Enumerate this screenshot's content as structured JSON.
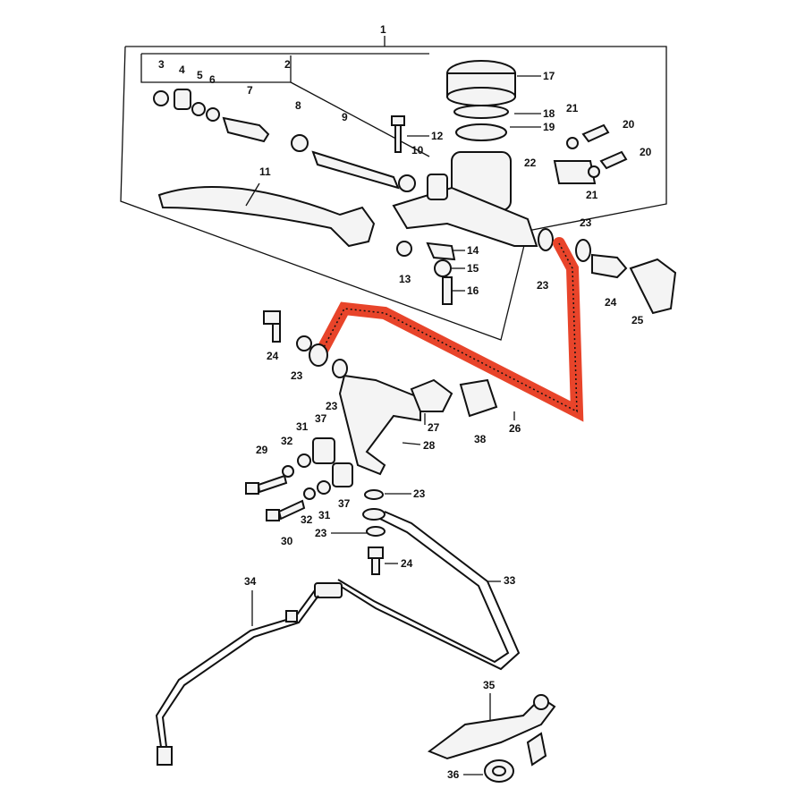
{
  "colors": {
    "highlight": "#e8442a",
    "ink": "#111111"
  },
  "callouts": {
    "c1": "1",
    "c2": "2",
    "c3": "3",
    "c4": "4",
    "c5": "5",
    "c6": "6",
    "c7": "7",
    "c8": "8",
    "c9": "9",
    "c10": "10",
    "c11": "11",
    "c12": "12",
    "c13": "13",
    "c14": "14",
    "c15": "15",
    "c16": "16",
    "c17": "17",
    "c18": "18",
    "c19": "19",
    "c20a": "20",
    "c20b": "20",
    "c21a": "21",
    "c21b": "21",
    "c22": "22",
    "c23a": "23",
    "c23b": "23",
    "c23c": "23",
    "c23d": "23",
    "c23e": "23",
    "c23f": "23",
    "c24a": "24",
    "c24b": "24",
    "c24c": "24",
    "c25": "25",
    "c26": "26",
    "c27": "27",
    "c28": "28",
    "c29": "29",
    "c30": "30",
    "c31a": "31",
    "c31b": "31",
    "c32a": "32",
    "c32b": "32",
    "c33": "33",
    "c34": "34",
    "c35": "35",
    "c36": "36",
    "c37a": "37",
    "c37b": "37",
    "c38": "38"
  }
}
